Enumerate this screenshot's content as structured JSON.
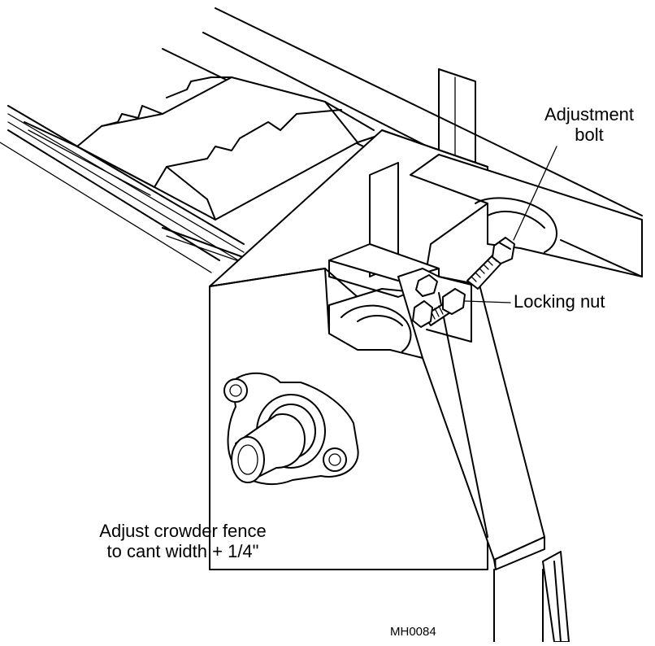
{
  "labels": {
    "adjustment_bolt_line1": "Adjustment",
    "adjustment_bolt_line2": "bolt",
    "locking_nut": "Locking nut",
    "instruction_line1": "Adjust crowder fence",
    "instruction_line2": "to cant width + 1/4\"",
    "figure_code": "MH0084"
  },
  "colors": {
    "ink": "#000000",
    "background": "#ffffff"
  }
}
